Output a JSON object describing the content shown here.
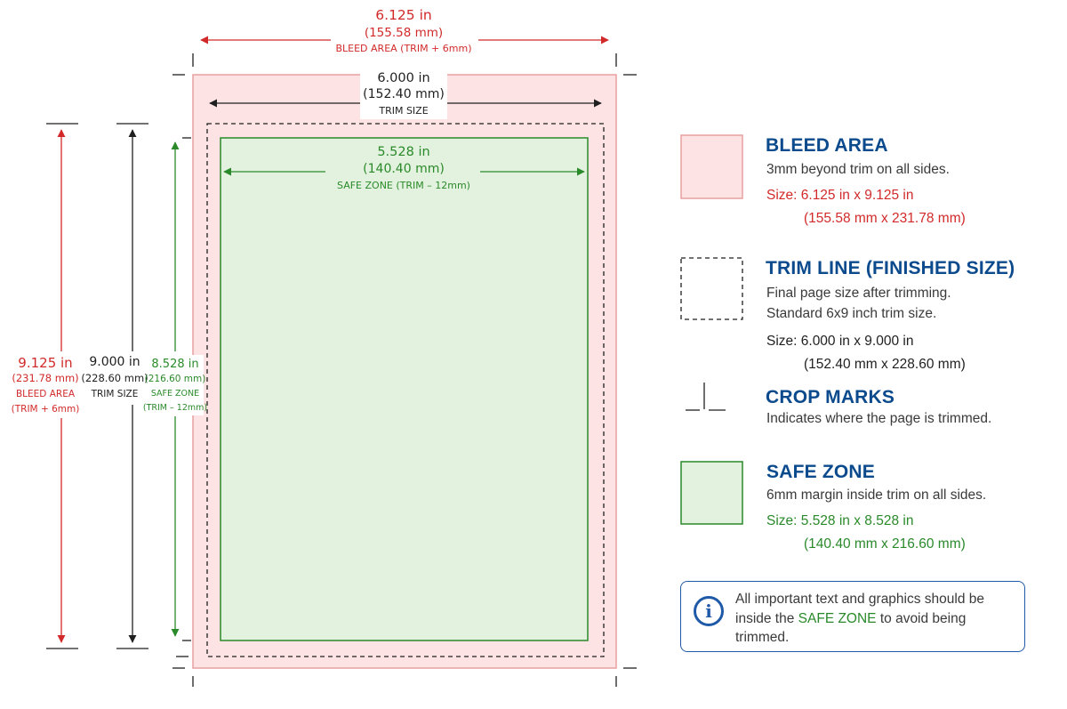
{
  "colors": {
    "bleed": "#d22a2a",
    "bleed_fill": "#fde3e3",
    "safe": "#2a8a2a",
    "safe_fill": "#e3f2df",
    "trim": "#1f1f1f",
    "title": "#0b4a8c",
    "info": "#1f5aa8"
  },
  "diagram": {
    "bleed_width": {
      "inches": "6.125 in",
      "mm": "(155.58 mm)",
      "label": "BLEED AREA (TRIM + 6mm)"
    },
    "trim_width": {
      "inches": "6.000 in",
      "mm": "(152.40 mm)",
      "label": "TRIM SIZE"
    },
    "safe_width": {
      "inches": "5.528 in",
      "mm": "(140.40 mm)",
      "label": "SAFE ZONE (TRIM – 12mm)"
    },
    "bleed_height": {
      "inches": "9.125 in",
      "mm": "(231.78 mm)",
      "label1": "BLEED AREA",
      "label2": "(TRIM + 6mm)"
    },
    "trim_height": {
      "inches": "9.000 in",
      "mm": "(228.60 mm)",
      "label": "TRIM SIZE"
    },
    "safe_height": {
      "inches": "8.528 in",
      "mm": "(216.60 mm)",
      "label1": "SAFE ZONE",
      "label2": "(TRIM – 12mm)"
    }
  },
  "legend": {
    "bleed": {
      "title": "BLEED AREA",
      "desc": "3mm beyond trim on all sides.",
      "size_line1": "Size: 6.125 in x 9.125 in",
      "size_line2": "(155.58 mm x 231.78 mm)"
    },
    "trim": {
      "title": "TRIM LINE (FINISHED SIZE)",
      "desc1": "Final page size after trimming.",
      "desc2": "Standard 6x9 inch trim size.",
      "size_line1": "Size: 6.000 in x 9.000 in",
      "size_line2": "(152.40 mm x 228.60 mm)"
    },
    "crop": {
      "title": "CROP MARKS",
      "desc": "Indicates where the page is trimmed."
    },
    "safe": {
      "title": "SAFE ZONE",
      "desc": "6mm margin inside trim on all sides.",
      "size_line1": "Size: 5.528 in x 8.528 in",
      "size_line2": "(140.40 mm x 216.60 mm)"
    }
  },
  "info": {
    "icon": "info-icon",
    "icon_glyph": "i",
    "text_before": "All important text and graphics should be inside the ",
    "highlight": "SAFE ZONE",
    "text_after": " to avoid being trimmed."
  }
}
